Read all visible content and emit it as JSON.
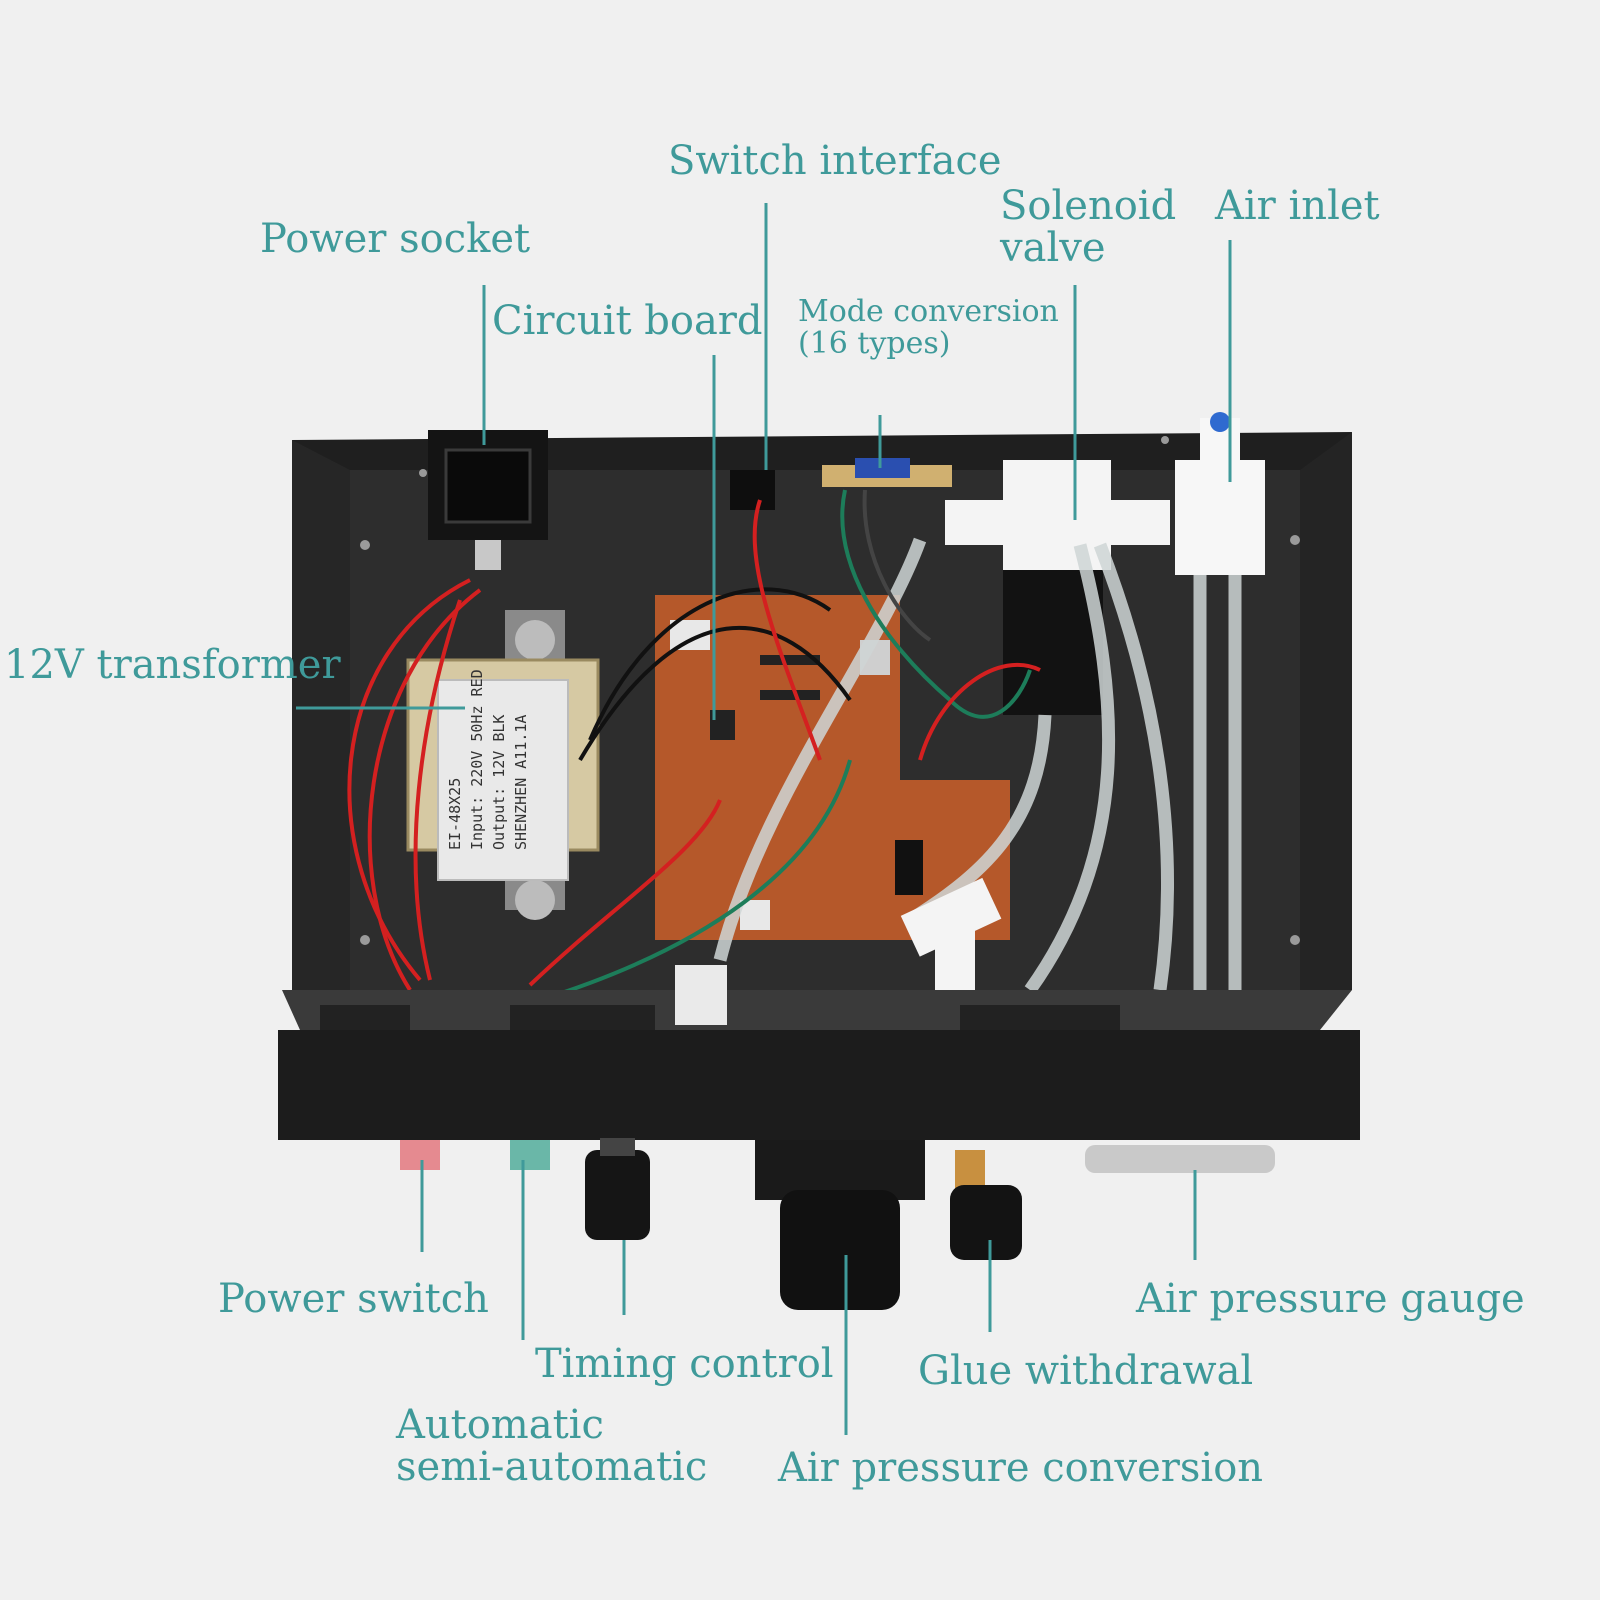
{
  "labels": {
    "switch_interface": "Switch interface",
    "solenoid_valve": [
      "Solenoid",
      "valve"
    ],
    "air_inlet": "Air inlet",
    "power_socket": "Power socket",
    "circuit_board": "Circuit board",
    "mode_conversion": [
      "Mode conversion",
      "(16 types)"
    ],
    "transformer_12v": "12V transformer",
    "power_switch": "Power switch",
    "timing_control": "Timing control",
    "automatic_semi": [
      "Automatic",
      "semi-automatic"
    ],
    "air_pressure_conversion": "Air pressure conversion",
    "glue_withdrawal": "Glue withdrawal",
    "air_pressure_gauge": "Air pressure gauge"
  },
  "transformer_plate": [
    "EI-48X25",
    "Input: 220V 50Hz RED",
    "Output: 12V BLK",
    "SHENZHEN A11.1A"
  ],
  "colors": {
    "label_teal": "#3f9a9a",
    "background": "#f0f0f0",
    "chassis": "#2b2b2b",
    "pcb": "#b5582a",
    "wire_red": "#d42020"
  }
}
